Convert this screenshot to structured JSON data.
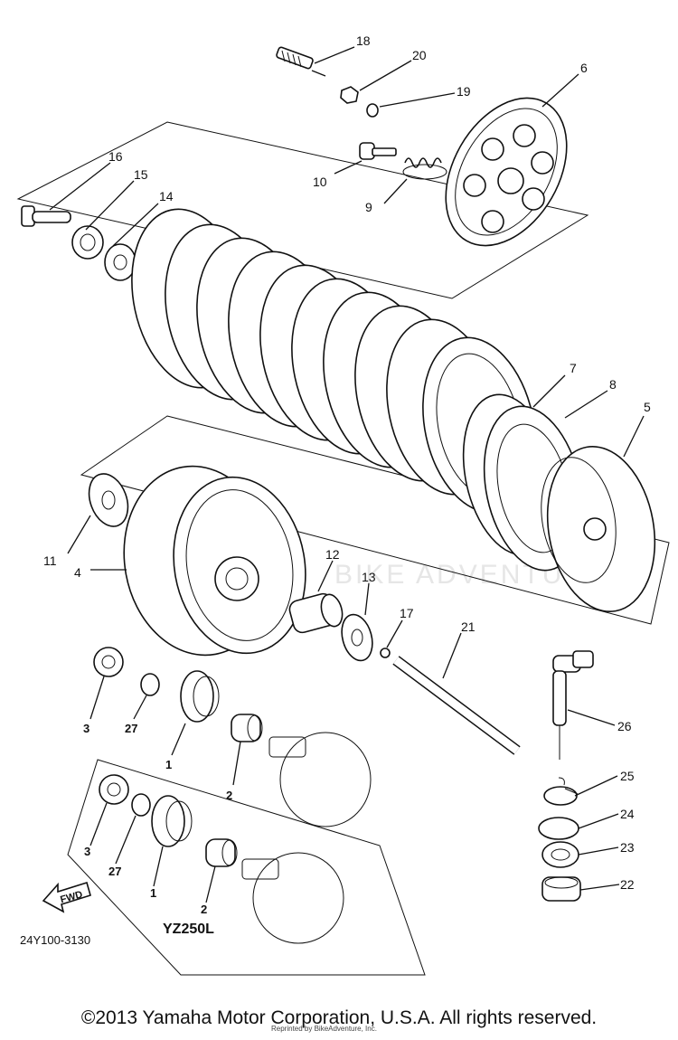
{
  "diagram": {
    "drawing_code": "24Y100-3130",
    "model_label": "YZ250L",
    "fwd_label": "FWD",
    "watermark": "BIKE ADVENTURE",
    "copyright": "©2013 Yamaha Motor Corporation, U.S.A. All rights reserved.",
    "reprint_note": "Reprinted by BikeAdventure, Inc.",
    "callouts": {
      "c18": "18",
      "c20": "20",
      "c19": "19",
      "c6": "6",
      "c16": "16",
      "c15": "15",
      "c14": "14",
      "c10": "10",
      "c9": "9",
      "c7": "7",
      "c8": "8",
      "c5": "5",
      "c11": "11",
      "c4": "4",
      "c12": "12",
      "c13": "13",
      "c17": "17",
      "c21": "21",
      "c3a": "3",
      "c27a": "27",
      "c1a": "1",
      "c2a": "2",
      "c26": "26",
      "c25": "25",
      "c24": "24",
      "c23": "23",
      "c22": "22",
      "c3b": "3",
      "c27b": "27",
      "c1b": "1",
      "c2b": "2"
    }
  }
}
